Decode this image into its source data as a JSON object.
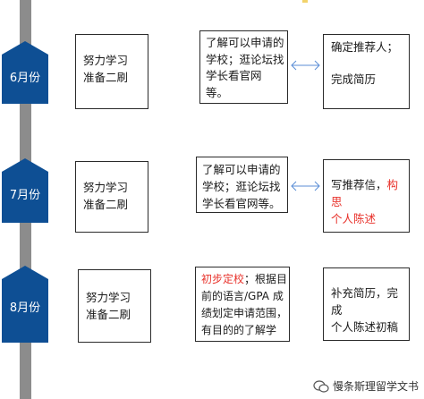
{
  "rows": [
    {
      "month": "6月份",
      "col1": [
        "努力学习",
        "准备二刷"
      ],
      "col2": [
        "了解可以申请的",
        "学校；逛论坛找",
        "学长看官网",
        "等。"
      ],
      "col3_line1": "确定推荐人；",
      "col3_line2": "完成简历"
    },
    {
      "month": "7月份",
      "col1": [
        "努力学习",
        "准备二刷"
      ],
      "col2": [
        "了解可以申请的",
        "学校；逛论坛找",
        "学长看官网等。"
      ],
      "col3_normal": "写推荐信，",
      "col3_red1": "构思",
      "col3_red2": "个人陈述"
    },
    {
      "month": "8月份",
      "col1": [
        "努力学习",
        "准备二刷"
      ],
      "col2_red": "初步定校",
      "col2_rest1": "；根据目",
      "col2_lines": [
        "前的语言/GPA 成",
        "绩划定申请范围，",
        "有目的的了解学"
      ],
      "col3": [
        "补充简历，完成",
        "个人陈述初稿"
      ]
    }
  ],
  "colors": {
    "badge": "#0e4f94",
    "arrow": "#5b8ed6",
    "highlight": "#e8322b",
    "timeline": "#8c8c8c"
  },
  "watermark": "慢条斯理留学文书"
}
